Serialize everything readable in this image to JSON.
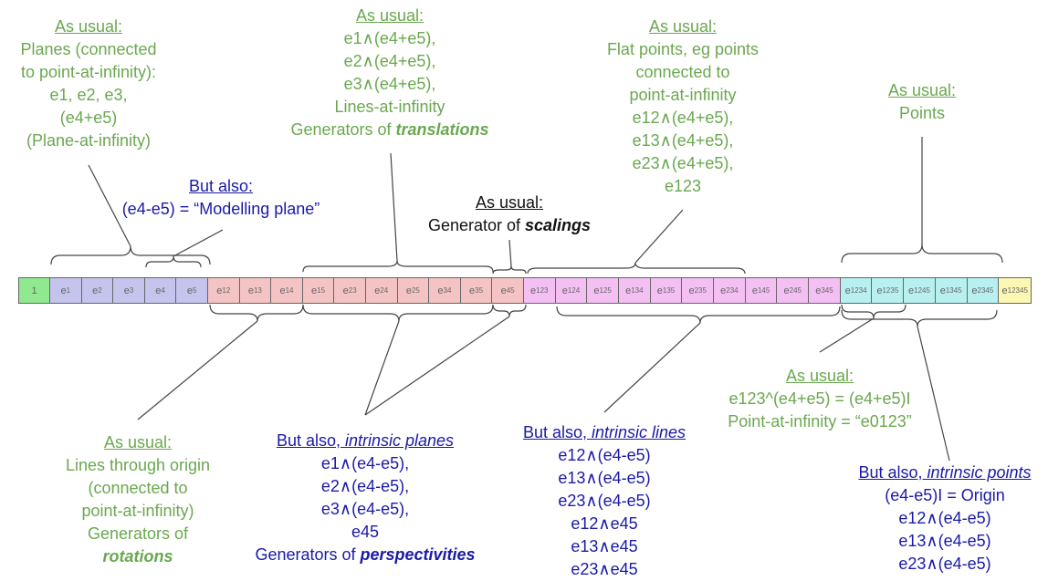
{
  "colors": {
    "green_text": "#6aa84f",
    "blue_text": "#1a1aa8",
    "grade0": "#90e890",
    "grade1": "#c4c4ec",
    "grade2": "#f4c4c4",
    "grade3": "#f4c0f4",
    "grade4": "#b8f0f0",
    "grade5": "#fcf8b4"
  },
  "blades": [
    {
      "base": "1",
      "sub": "",
      "grade": 0
    },
    {
      "base": "e",
      "sub": "1",
      "grade": 1
    },
    {
      "base": "e",
      "sub": "2",
      "grade": 1
    },
    {
      "base": "e",
      "sub": "3",
      "grade": 1
    },
    {
      "base": "e",
      "sub": "4",
      "grade": 1
    },
    {
      "base": "e",
      "sub": "5",
      "grade": 1
    },
    {
      "base": "e",
      "sub": "12",
      "grade": 2
    },
    {
      "base": "e",
      "sub": "13",
      "grade": 2
    },
    {
      "base": "e",
      "sub": "14",
      "grade": 2
    },
    {
      "base": "e",
      "sub": "15",
      "grade": 2
    },
    {
      "base": "e",
      "sub": "23",
      "grade": 2
    },
    {
      "base": "e",
      "sub": "24",
      "grade": 2
    },
    {
      "base": "e",
      "sub": "25",
      "grade": 2
    },
    {
      "base": "e",
      "sub": "34",
      "grade": 2
    },
    {
      "base": "e",
      "sub": "35",
      "grade": 2
    },
    {
      "base": "e",
      "sub": "45",
      "grade": 2
    },
    {
      "base": "e",
      "sub": "123",
      "grade": 3
    },
    {
      "base": "e",
      "sub": "124",
      "grade": 3
    },
    {
      "base": "e",
      "sub": "125",
      "grade": 3
    },
    {
      "base": "e",
      "sub": "134",
      "grade": 3
    },
    {
      "base": "e",
      "sub": "135",
      "grade": 3
    },
    {
      "base": "e",
      "sub": "235",
      "grade": 3
    },
    {
      "base": "e",
      "sub": "234",
      "grade": 3
    },
    {
      "base": "e",
      "sub": "145",
      "grade": 3
    },
    {
      "base": "e",
      "sub": "245",
      "grade": 3
    },
    {
      "base": "e",
      "sub": "345",
      "grade": 3
    },
    {
      "base": "e",
      "sub": "1234",
      "grade": 4
    },
    {
      "base": "e",
      "sub": "1235",
      "grade": 4
    },
    {
      "base": "e",
      "sub": "1245",
      "grade": 4
    },
    {
      "base": "e",
      "sub": "1345",
      "grade": 4
    },
    {
      "base": "e",
      "sub": "2345",
      "grade": 4
    },
    {
      "base": "e",
      "sub": "12345",
      "grade": 5
    }
  ],
  "planes": {
    "header": "As usual:",
    "lines": [
      "Planes (connected",
      "to point-at-infinity):",
      "e1, e2, e3,",
      "(e4+e5)",
      "(Plane-at-infinity)"
    ]
  },
  "modelling": {
    "header": "But also:",
    "line": "(e4-e5) = “Modelling plane”"
  },
  "translations": {
    "header": "As usual:",
    "lines": [
      "e1∧(e4+e5),",
      "e2∧(e4+e5),",
      "e3∧(e4+e5),",
      "Lines-at-infinity"
    ],
    "gen_prefix": "Generators of ",
    "gen_word": "translations"
  },
  "scalings": {
    "header": "As usual:",
    "gen_prefix": "Generator of ",
    "gen_word": "scalings"
  },
  "flat_points": {
    "header": "As usual:",
    "lines": [
      "Flat points, eg points",
      "connected to",
      "point-at-infinity",
      "e12∧(e4+e5),",
      "e13∧(e4+e5),",
      "e23∧(e4+e5),",
      "e123"
    ]
  },
  "points": {
    "header": "As usual:",
    "line": "Points"
  },
  "rotations": {
    "header": "As usual:",
    "lines": [
      "Lines through origin",
      "(connected to",
      "point-at-infinity)",
      "Generators of"
    ],
    "gen_word": "rotations"
  },
  "intrinsic_planes": {
    "header_prefix": "But also, ",
    "header_italic": "intrinsic planes",
    "lines": [
      "e1∧(e4-e5),",
      "e2∧(e4-e5),",
      "e3∧(e4-e5),",
      "e45"
    ],
    "gen_prefix": "Generators of ",
    "gen_word": "perspectivities"
  },
  "intrinsic_lines": {
    "header_prefix": "But also, ",
    "header_italic": "intrinsic lines",
    "lines": [
      "e12∧(e4-e5)",
      "e13∧(e4-e5)",
      "e23∧(e4-e5)",
      "e12∧e45",
      "e13∧e45",
      "e23∧e45"
    ]
  },
  "point_at_infinity": {
    "header": "As usual:",
    "lines": [
      "e123^(e4+e5) = (e4+e5)I",
      "Point-at-infinity = “e0123”"
    ]
  },
  "intrinsic_points": {
    "header_prefix": "But also, ",
    "header_italic": "intrinsic points",
    "lines": [
      "(e4-e5)I = Origin",
      "e12∧(e4-e5)",
      "e13∧(e4-e5)",
      "e23∧(e4-e5)"
    ]
  }
}
